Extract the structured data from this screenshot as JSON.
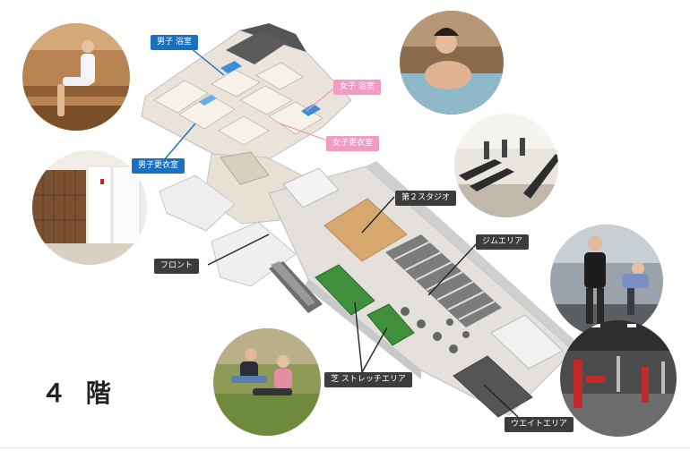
{
  "floor_label": "４ 階",
  "areas": {
    "male_bath": "男子 浴室",
    "male_locker": "男子更衣室",
    "female_bath": "女子 浴室",
    "female_locker": "女子更衣室",
    "studio2": "第２スタジオ",
    "gym": "ジムエリア",
    "front": "フロント",
    "turf_stretch": "芝 ストレッチエリア",
    "weight": "ウエイトエリア"
  },
  "colors": {
    "male_tag": "#1a6fc0",
    "female_tag": "#f29bc4",
    "area_tag": "#3c3c3c",
    "turf": "#3f8f3b",
    "studio_wood": "#d6a86d"
  },
  "photos": [
    "sauna-photo",
    "locker-room-photo",
    "bath-photo",
    "treadmill-photo",
    "trainer-photo",
    "weight-room-photo",
    "stretch-photo"
  ]
}
